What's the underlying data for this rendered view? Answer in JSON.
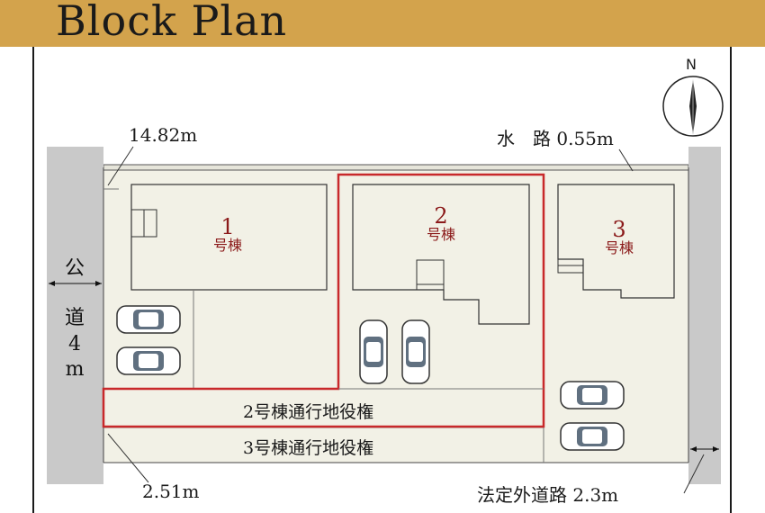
{
  "header": {
    "title": "Block Plan"
  },
  "compass": {
    "label": "N"
  },
  "dimensions": {
    "frontage": "14.82m",
    "waterway": "水　路 0.55m",
    "access_width": "2.51m",
    "legal_road": "法定外道路 2.3m"
  },
  "public_road": {
    "chars": [
      "公",
      "道",
      "4",
      "m"
    ]
  },
  "lots": [
    {
      "number": "1",
      "suffix": "号棟"
    },
    {
      "number": "2",
      "suffix": "号棟"
    },
    {
      "number": "3",
      "suffix": "号棟"
    }
  ],
  "easements": {
    "lot2": "2号棟通行地役権",
    "lot3": "3号棟通行地役権"
  },
  "colors": {
    "header_bg": "#d3a34c",
    "road": "#c9c9c9",
    "site": "#f2f1e6",
    "highlight": "#c8292b",
    "lot_label": "#8b1a1a"
  }
}
